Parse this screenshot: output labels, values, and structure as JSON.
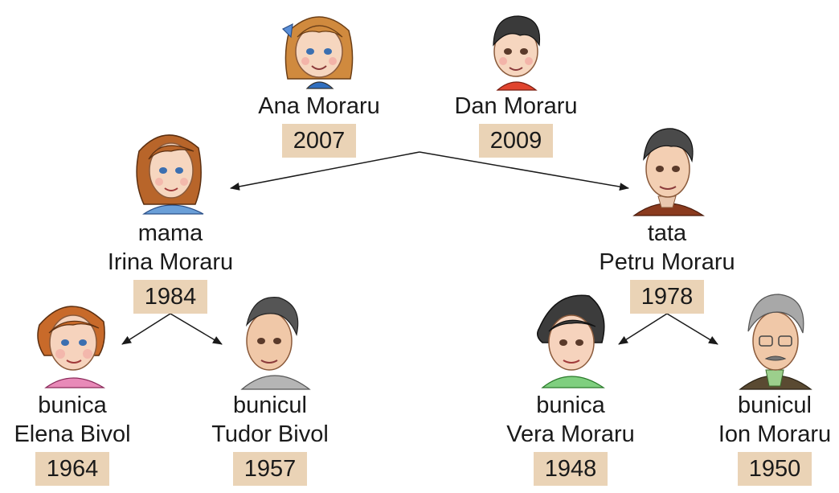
{
  "colors": {
    "year_box": "#ead3b6",
    "arrow": "#1a1a1a"
  },
  "people": {
    "ana": {
      "name": "Ana Moraru",
      "year": "2007",
      "icon": "girl-portrait-icon"
    },
    "dan": {
      "name": "Dan Moraru",
      "year": "2009",
      "icon": "boy-portrait-icon"
    },
    "irina": {
      "role": "mama",
      "name": "Irina Moraru",
      "year": "1984",
      "icon": "mother-portrait-icon"
    },
    "petru": {
      "role": "tata",
      "name": "Petru Moraru",
      "year": "1978",
      "icon": "father-portrait-icon"
    },
    "elena": {
      "role": "bunica",
      "name": "Elena Bivol",
      "year": "1964",
      "icon": "grandmother-portrait-icon"
    },
    "tudor": {
      "role": "bunicul",
      "name": "Tudor Bivol",
      "year": "1957",
      "icon": "grandfather-portrait-icon"
    },
    "vera": {
      "role": "bunica",
      "name": "Vera Moraru",
      "year": "1948",
      "icon": "grandmother-portrait-icon"
    },
    "ion": {
      "role": "bunicul",
      "name": "Ion Moraru",
      "year": "1950",
      "icon": "grandfather-portrait-icon"
    }
  }
}
